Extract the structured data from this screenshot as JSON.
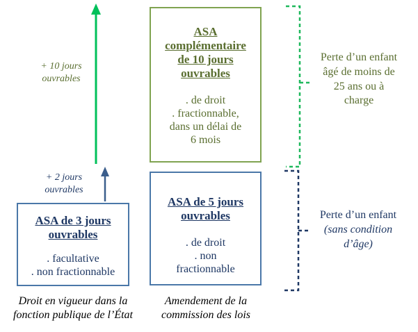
{
  "diagram": {
    "title_hidden": "",
    "colors": {
      "green_box_border": "#7FA350",
      "blue_box_border": "#4A77A8",
      "green_text": "#5A6E30",
      "blue_text": "#1F3864",
      "bright_green_arrow": "#00C05A",
      "navy_arrow": "#3B5E8C",
      "green_bracket": "#1FB85C",
      "navy_bracket": "#1F3864"
    }
  },
  "green_box": {
    "title_line_1": "ASA",
    "title_line_2": "complémentaire",
    "title_line_3": "de 10 jours",
    "title_line_4": "ouvrables",
    "body_line_1": ". de droit",
    "body_line_2": ". fractionnable,",
    "body_line_3": "dans un délai de",
    "body_line_4": "6 mois"
  },
  "blue_box_mid": {
    "title_line_1": "ASA de 5 jours",
    "title_line_2": "ouvrables",
    "body_line_1": ". de droit",
    "body_line_2": ". non",
    "body_line_3": "fractionnable"
  },
  "blue_box_left": {
    "title_line_1": "ASA de 3 jours",
    "title_line_2": "ouvrables",
    "body_line_1": ". facultative",
    "body_line_2": ". non fractionnable"
  },
  "arrow_labels": {
    "ten_days_line_1": "+ 10 jours",
    "ten_days_line_2": "ouvrables",
    "two_days_line_1": "+ 2 jours",
    "two_days_line_2": "ouvrables"
  },
  "side_notes": {
    "green_line_1": "Perte d’un enfant",
    "green_line_2": "âgé de moins de",
    "green_line_3": "25 ans ou à",
    "green_line_4": "charge",
    "blue_line_1": "Perte d’un enfant",
    "blue_line_2": "(sans condition",
    "blue_line_3": "d’âge)"
  },
  "captions": {
    "left_line_1": "Droit en vigueur dans la",
    "left_line_2": "fonction publique de l’État",
    "mid_line_1": "Amendement de la",
    "mid_line_2": "commission des lois"
  }
}
